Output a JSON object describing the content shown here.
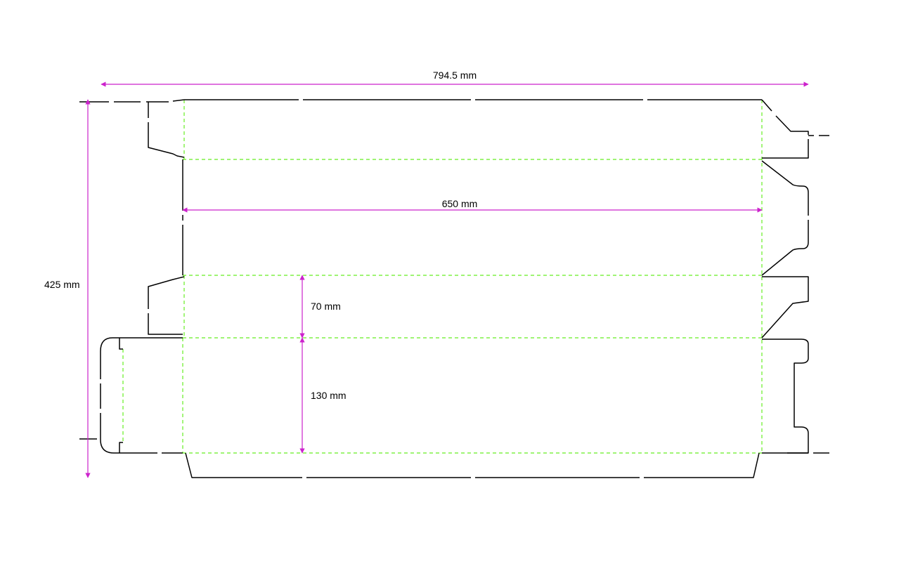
{
  "colors": {
    "cut_line": "#000000",
    "fold_line": "#66ee22",
    "dimension": "#cc22cc",
    "background": "#ffffff"
  },
  "dimensions": {
    "total_width": "794.5 mm",
    "total_height": "425 mm",
    "panel_width": "650 mm",
    "side_depth": "70 mm",
    "panel_height": "130 mm"
  }
}
